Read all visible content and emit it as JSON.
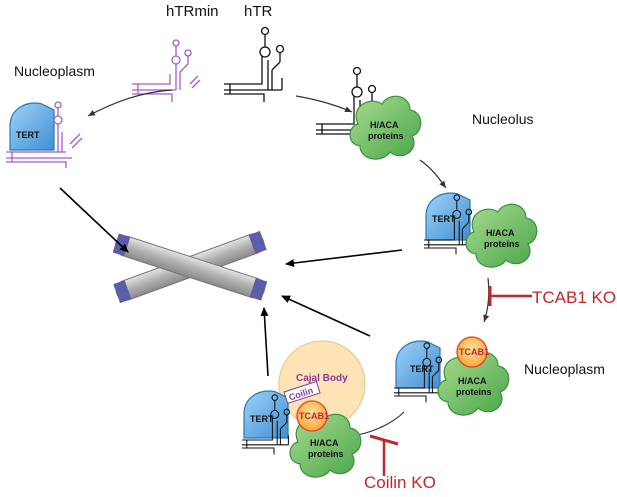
{
  "labels": {
    "hTRmin": "hTRmin",
    "hTR": "hTR",
    "nucleoplasm_top": "Nucleoplasm",
    "nucleolus": "Nucleolus",
    "nucleoplasm_right": "Nucleoplasm",
    "tcab1_ko": "TCAB1 KO",
    "coilin_ko": "Coilin KO",
    "cajal_body": "Cajal Body",
    "coilin": "Coilin"
  },
  "protein_labels": {
    "tert": "TERT",
    "haca_line1": "H/ACA",
    "haca_line2": "proteins",
    "tcab1": "TCAB1"
  },
  "colors": {
    "tert_blue": "#5aa9e6",
    "haca_green": "#5cb85c",
    "tcab1_fill": "#f7c35a",
    "tcab1_stroke": "#e8402a",
    "cajal_fill": "#fde3b5",
    "chromosome_gray": "#b8b8b8",
    "telomere_blue": "#5a5fa8",
    "inhibitor_red": "#c1272d",
    "hTRmin_purple": "#a35cc8"
  }
}
